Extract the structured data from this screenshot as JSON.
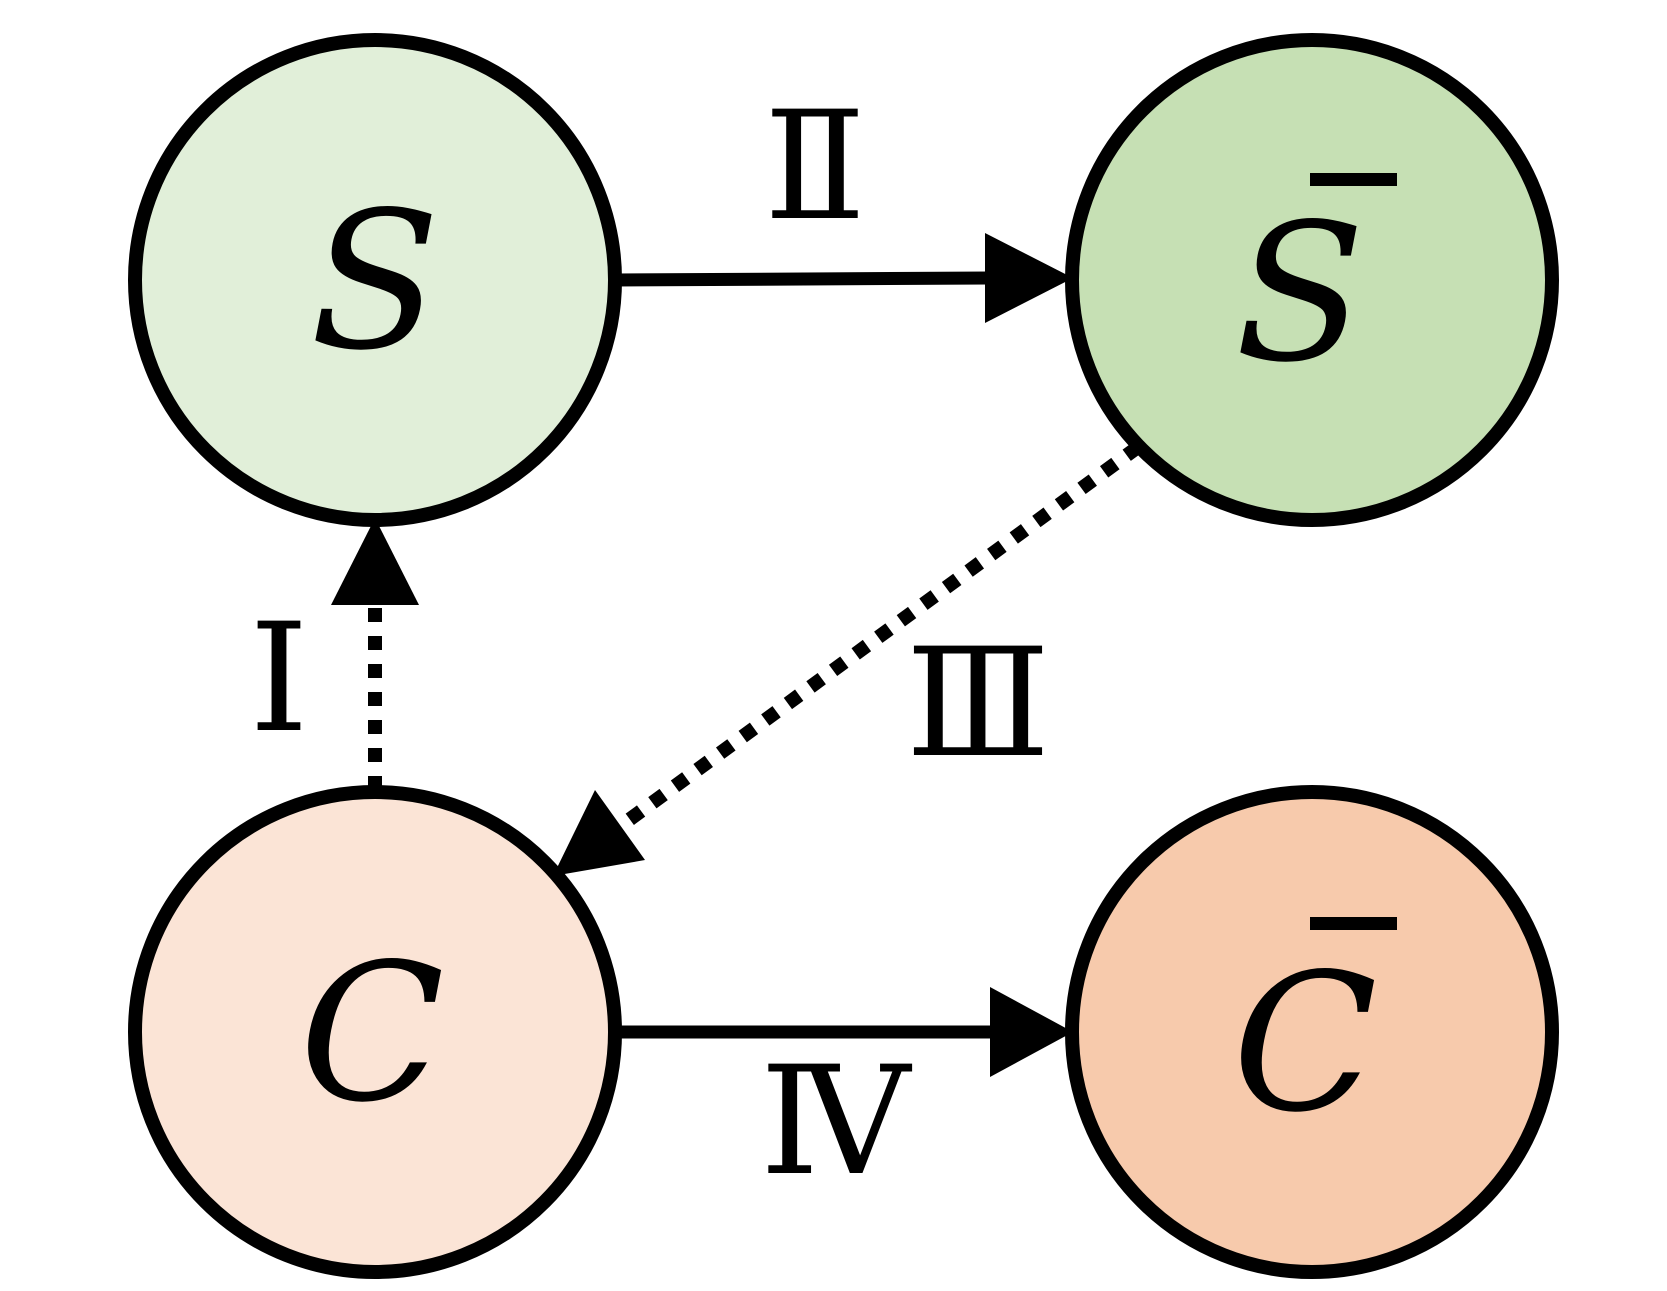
{
  "diagram": {
    "nodes": {
      "s": {
        "label": "S",
        "overbar": false,
        "fill": "#e1efd9"
      },
      "s_bar": {
        "label": "S",
        "overbar": true,
        "fill": "#c6e0b4"
      },
      "c": {
        "label": "C",
        "overbar": false,
        "fill": "#fbe4d6"
      },
      "c_bar": {
        "label": "C",
        "overbar": true,
        "fill": "#f7caac"
      }
    },
    "edges": {
      "i": {
        "label": "Ⅰ",
        "from": "c",
        "to": "s",
        "style": "dotted"
      },
      "ii": {
        "label": "Ⅱ",
        "from": "s",
        "to": "s_bar",
        "style": "solid"
      },
      "iii": {
        "label": "Ⅲ",
        "from": "s_bar",
        "to": "c",
        "style": "dotted"
      },
      "iv": {
        "label": "Ⅳ",
        "from": "c",
        "to": "c_bar",
        "style": "solid"
      }
    },
    "stroke_color": "#000000"
  }
}
